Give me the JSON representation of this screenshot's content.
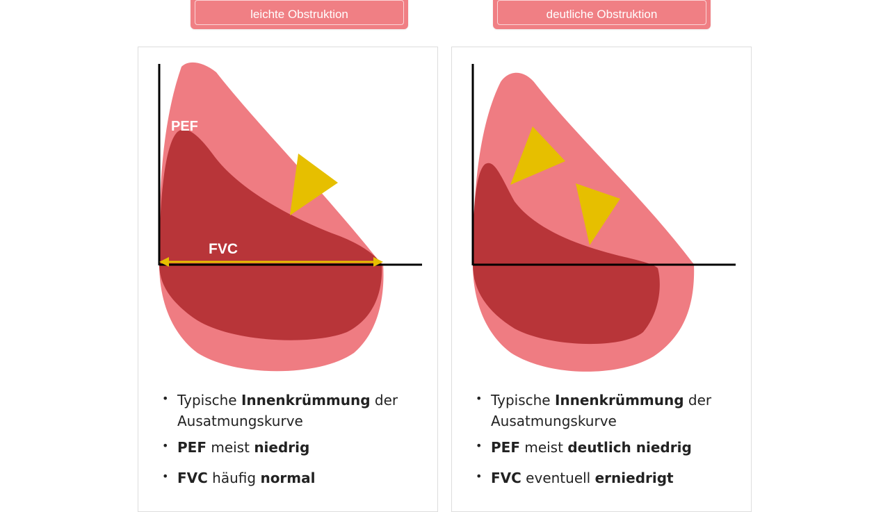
{
  "headers": {
    "left": "leichte Obstruktion",
    "right": "deutliche Obstruktion"
  },
  "left_panel": {
    "pef_label": "PEF",
    "fvc_label": "FVC",
    "bullets": {
      "b1_pre": "Typische ",
      "b1_bold": "Innenkrümmung",
      "b1_post": " der Ausatmungskurve",
      "b2_bold1": "PEF",
      "b2_mid": " meist ",
      "b2_bold2": "niedrig",
      "b3_bold1": "FVC",
      "b3_mid": " häufig ",
      "b3_bold2": "normal"
    }
  },
  "right_panel": {
    "bullets": {
      "b1_pre": "Typische ",
      "b1_bold": "Innenkrümmung",
      "b1_post": " der Ausatmungskurve",
      "b2_bold1": "PEF",
      "b2_mid": " meist ",
      "b2_bold2": "deutlich niedrig",
      "b3_bold1": "FVC",
      "b3_mid": " eventuell ",
      "b3_bold2": "erniedrigt"
    }
  },
  "colors": {
    "header_bg": "#f07f84",
    "normal_loop": "#ef7c82",
    "obstructed_loop": "#b83539",
    "arrow_yellow": "#e6bf00",
    "axis": "#000000"
  }
}
